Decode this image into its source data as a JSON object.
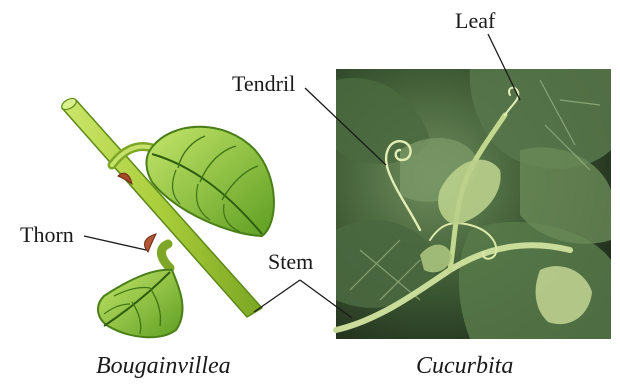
{
  "labels": {
    "leaf": "Leaf",
    "tendril": "Tendril",
    "thorn": "Thorn",
    "stem": "Stem"
  },
  "captions": {
    "left": "Bougainvillea",
    "right": "Cucurbita"
  },
  "colors": {
    "stem_light": "#b7d84a",
    "stem_dark": "#6f9a1c",
    "leaf_light": "#a9d94c",
    "leaf_dark": "#4f8f1c",
    "thorn": "#a44a2a",
    "photo_bg": "#1f2a1b",
    "photo_leaf": "#3c5a33",
    "tendril": "#d9e8a4"
  },
  "icons": {
    "left_illustration": "bougainvillea-thorn-illustration",
    "right_photo": "cucurbita-tendril-photo"
  }
}
